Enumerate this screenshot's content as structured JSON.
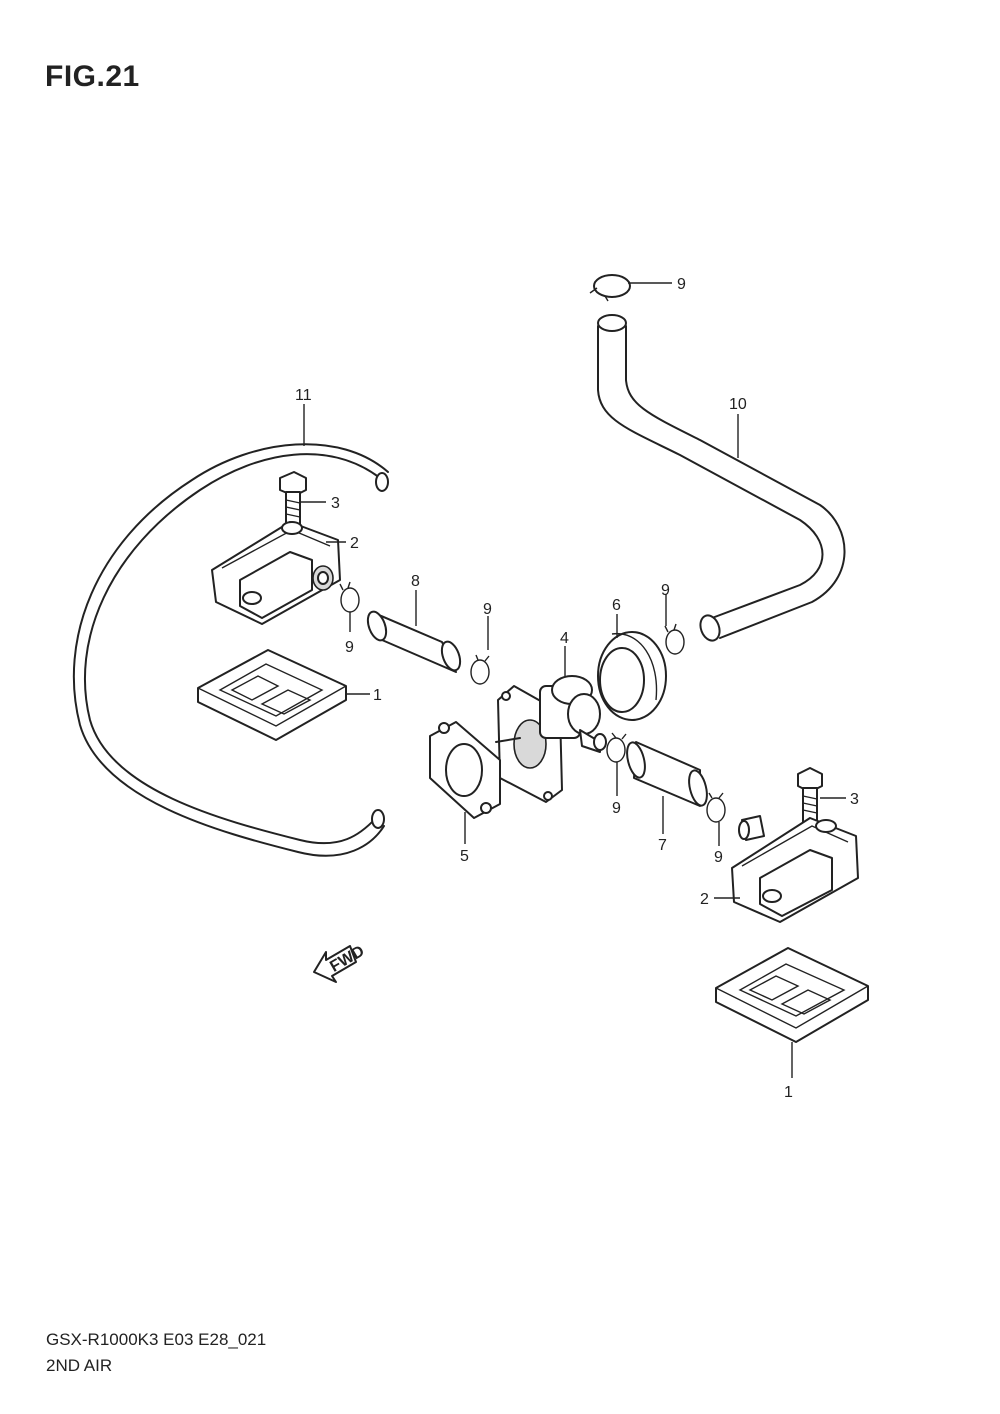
{
  "title": "FIG.21",
  "footer": {
    "code": "GSX-R1000K3 E03 E28_021",
    "name": "2ND AIR"
  },
  "fwd_label": "FWD",
  "callouts": [
    "1",
    "1",
    "2",
    "2",
    "3",
    "3",
    "4",
    "5",
    "6",
    "7",
    "8",
    "9",
    "9",
    "9",
    "9",
    "9",
    "9",
    "10",
    "11"
  ]
}
